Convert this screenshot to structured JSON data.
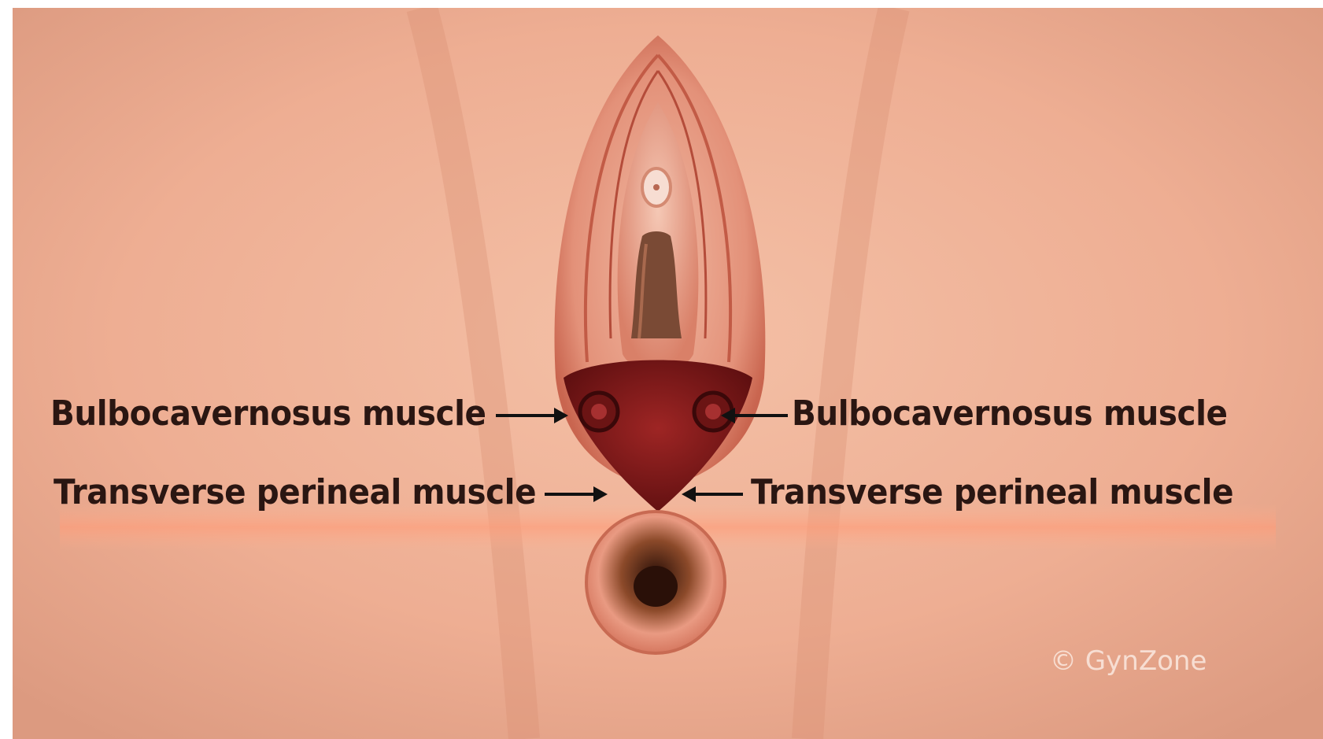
{
  "labels": {
    "left_top": "Bulbocavernosus muscle",
    "right_top": "Bulbocavernosus muscle",
    "left_bottom": "Transverse perineal muscle",
    "right_bottom": "Transverse perineal muscle"
  },
  "credit": "© GynZone",
  "colors": {
    "skin": "#f0b39a",
    "muscle": "#8e1c1a",
    "label_text": "#2a1612"
  }
}
